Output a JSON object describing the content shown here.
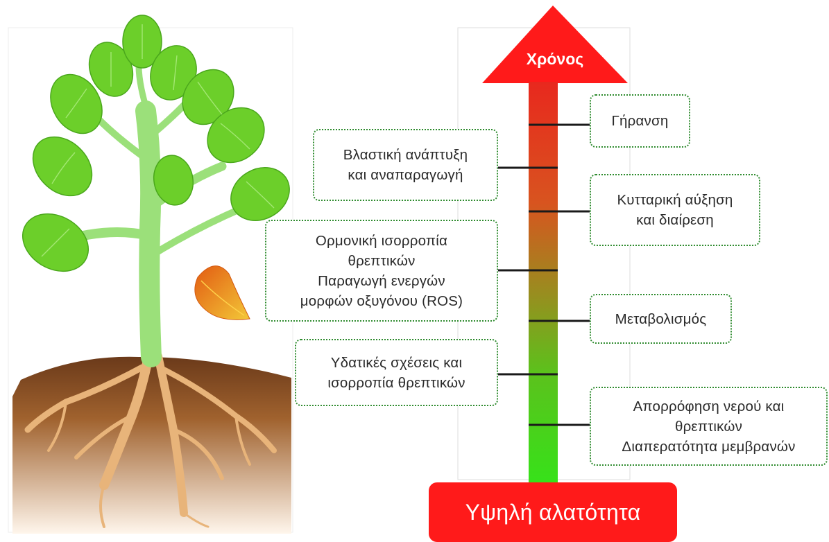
{
  "time_axis": {
    "label": "Χρόνος",
    "arrow_color": "#ff1a1a",
    "gradient_top": "#e8281e",
    "gradient_bottom": "#36e21a"
  },
  "condition": {
    "label": "Υψηλή αλατότητα",
    "color": "#ff1a1a"
  },
  "left_boxes": [
    {
      "lines": [
        "Βλαστική ανάπτυξη",
        "και αναπαραγωγή"
      ]
    },
    {
      "lines": [
        "Ορμονική ισορροπία",
        "θρεπτικών",
        "Παραγωγή ενεργών",
        "μορφών οξυγόνου (ROS)"
      ]
    },
    {
      "lines": [
        "Υδατικές σχέσεις και",
        "ισορροπία θρεπτικών"
      ]
    }
  ],
  "right_boxes": [
    {
      "lines": [
        "Γήρανση"
      ]
    },
    {
      "lines": [
        "Κυτταρική αύξηση",
        "και διαίρεση"
      ]
    },
    {
      "lines": [
        "Μεταβολισμός"
      ]
    },
    {
      "lines": [
        "Απορρόφηση νερού και",
        "θρεπτικών",
        "Διαπερατότητα μεμβρανών"
      ]
    }
  ],
  "illustration": {
    "subject": "plant-with-roots",
    "leaf_color": "#6ccf2a",
    "stem_color": "#9be07a",
    "soil_color": "#a0622e",
    "root_color": "#e8b47a",
    "falling_leaf_color": "#f07a1e"
  }
}
